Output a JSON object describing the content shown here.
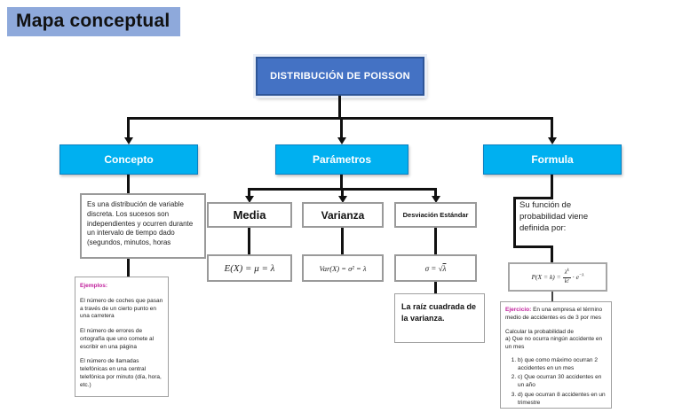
{
  "page": {
    "title": "Mapa conceptual"
  },
  "root": {
    "label": "DISTRIBUCIÓN DE POISSON"
  },
  "branches": {
    "concepto": {
      "label": "Concepto",
      "description": "Es una distribución de variable discreta. Los sucesos son independientes y ocurren durante un intervalo de tiempo dado (segundos, minutos, horas",
      "examples": {
        "title": "Ejemplos:",
        "items": [
          "El número de coches que pasan a través de un cierto punto en una carretera",
          "El número de errores de ortografía que uno comete al escribir en una página",
          "El número de llamadas telefónicas en una central telefónica por minuto (día, hora, etc.)"
        ]
      }
    },
    "parametros": {
      "label": "Parámetros",
      "media": {
        "label": "Media",
        "formula": "E(X) = μ = λ"
      },
      "varianza": {
        "label": "Varianza",
        "formula": "Var(X) = σ² = λ"
      },
      "desviacion": {
        "label": "Desviación Estándar",
        "formula_prefix": "σ = √",
        "formula_arg": "λ",
        "note": "La raíz cuadrada de la varianza."
      }
    },
    "formula": {
      "label": "Formula",
      "intro": "Su función de probabilidad viene definida por:",
      "pmf": {
        "lhs": "P(X = k) =",
        "num_base": "λ",
        "num_sup": "k",
        "den": "k!",
        "dot": "·",
        "e_base": "e",
        "e_sup": "−λ"
      },
      "ejercicio": {
        "title": "Ejercicio:",
        "intro": " En una empresa el término medio de accidentes es de 3 por mes",
        "line1": "Calcular la probabilidad de",
        "line2": "a) Que no ocurra ningún accidente en un mes",
        "items": [
          "b) que como máximo ocurran 2 accidentes en un mes",
          "c) Que ocurran 30 accidentes en un año",
          "d) que ocurran 8 accidentes en un trimestre"
        ]
      }
    }
  },
  "colors": {
    "title_bg": "#8ea9db",
    "root_fill": "#4472c4",
    "root_border": "#2e5597",
    "branch_fill": "#00b0f0",
    "highlight_text": "#c0209c",
    "connector": "#111111",
    "box_border_gray": "#9a9a9a"
  }
}
